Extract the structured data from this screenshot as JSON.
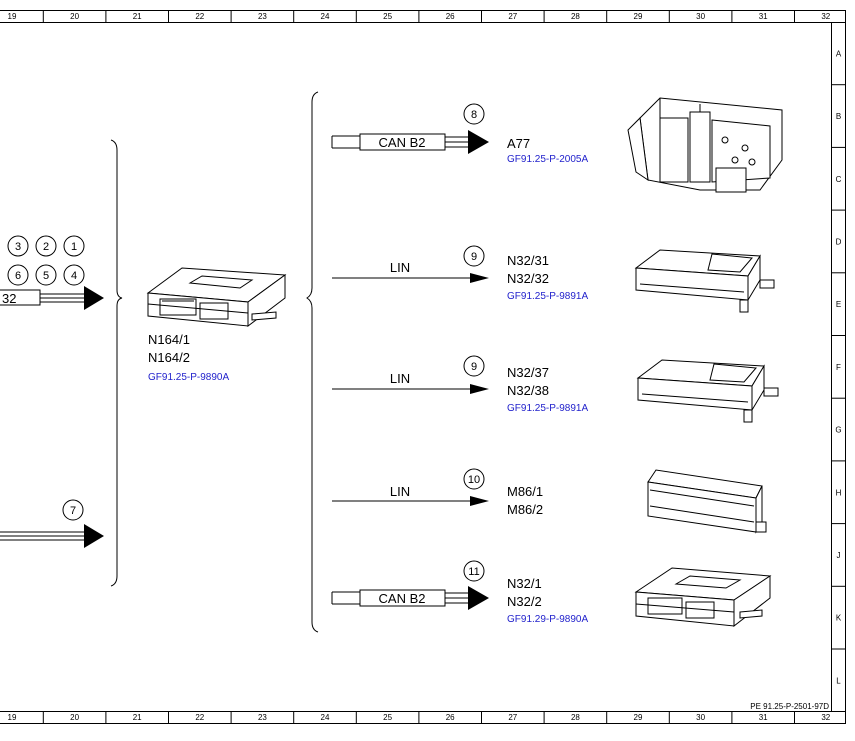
{
  "grid": {
    "columns": [
      "19",
      "20",
      "21",
      "22",
      "23",
      "24",
      "25",
      "26",
      "27",
      "28",
      "29",
      "30",
      "31",
      "32"
    ],
    "rows": [
      "A",
      "B",
      "C",
      "D",
      "E",
      "F",
      "G",
      "H",
      "J",
      "K",
      "L"
    ]
  },
  "left_group": {
    "connector_numbers": [
      "3",
      "2",
      "1",
      "6",
      "5",
      "4"
    ],
    "partial_label": "32",
    "bottom_connector": "7"
  },
  "central_module": {
    "line1": "N164/1",
    "line2": "N164/2",
    "ref": "GF91.25-P-9890A"
  },
  "branches": [
    {
      "bus": "CAN B2",
      "connector": "8",
      "line1": "A77",
      "line2": "",
      "ref": "GF91.25-P-2005A",
      "component_icon": "switch-module-icon"
    },
    {
      "bus": "LIN",
      "connector": "9",
      "line1": "N32/31",
      "line2": "N32/32",
      "ref": "GF91.25-P-9891A",
      "component_icon": "seat-control-unit-icon"
    },
    {
      "bus": "LIN",
      "connector": "9",
      "line1": "N32/37",
      "line2": "N32/38",
      "ref": "GF91.25-P-9891A",
      "component_icon": "seat-control-unit-icon"
    },
    {
      "bus": "LIN",
      "connector": "10",
      "line1": "M86/1",
      "line2": "M86/2",
      "ref": "",
      "component_icon": "blower-motor-icon"
    },
    {
      "bus": "CAN B2",
      "connector": "11",
      "line1": "N32/1",
      "line2": "N32/2",
      "ref": "GF91.29-P-9890A",
      "component_icon": "seat-module-icon"
    }
  ],
  "footer": {
    "doc_id": "PE 91.25-P-2501-97D"
  },
  "colors": {
    "reference_link": "#2222cc",
    "line": "#000000"
  }
}
